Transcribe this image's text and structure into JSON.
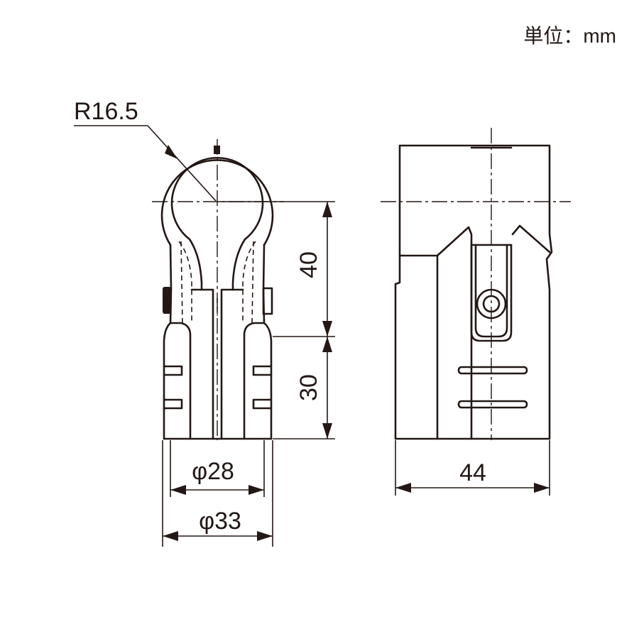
{
  "unit_label": "単位：mm",
  "dimensions": {
    "radius": "R16.5",
    "height_upper": "40",
    "height_lower": "30",
    "inner_diameter": "φ28",
    "outer_diameter": "φ33",
    "width": "44"
  }
}
